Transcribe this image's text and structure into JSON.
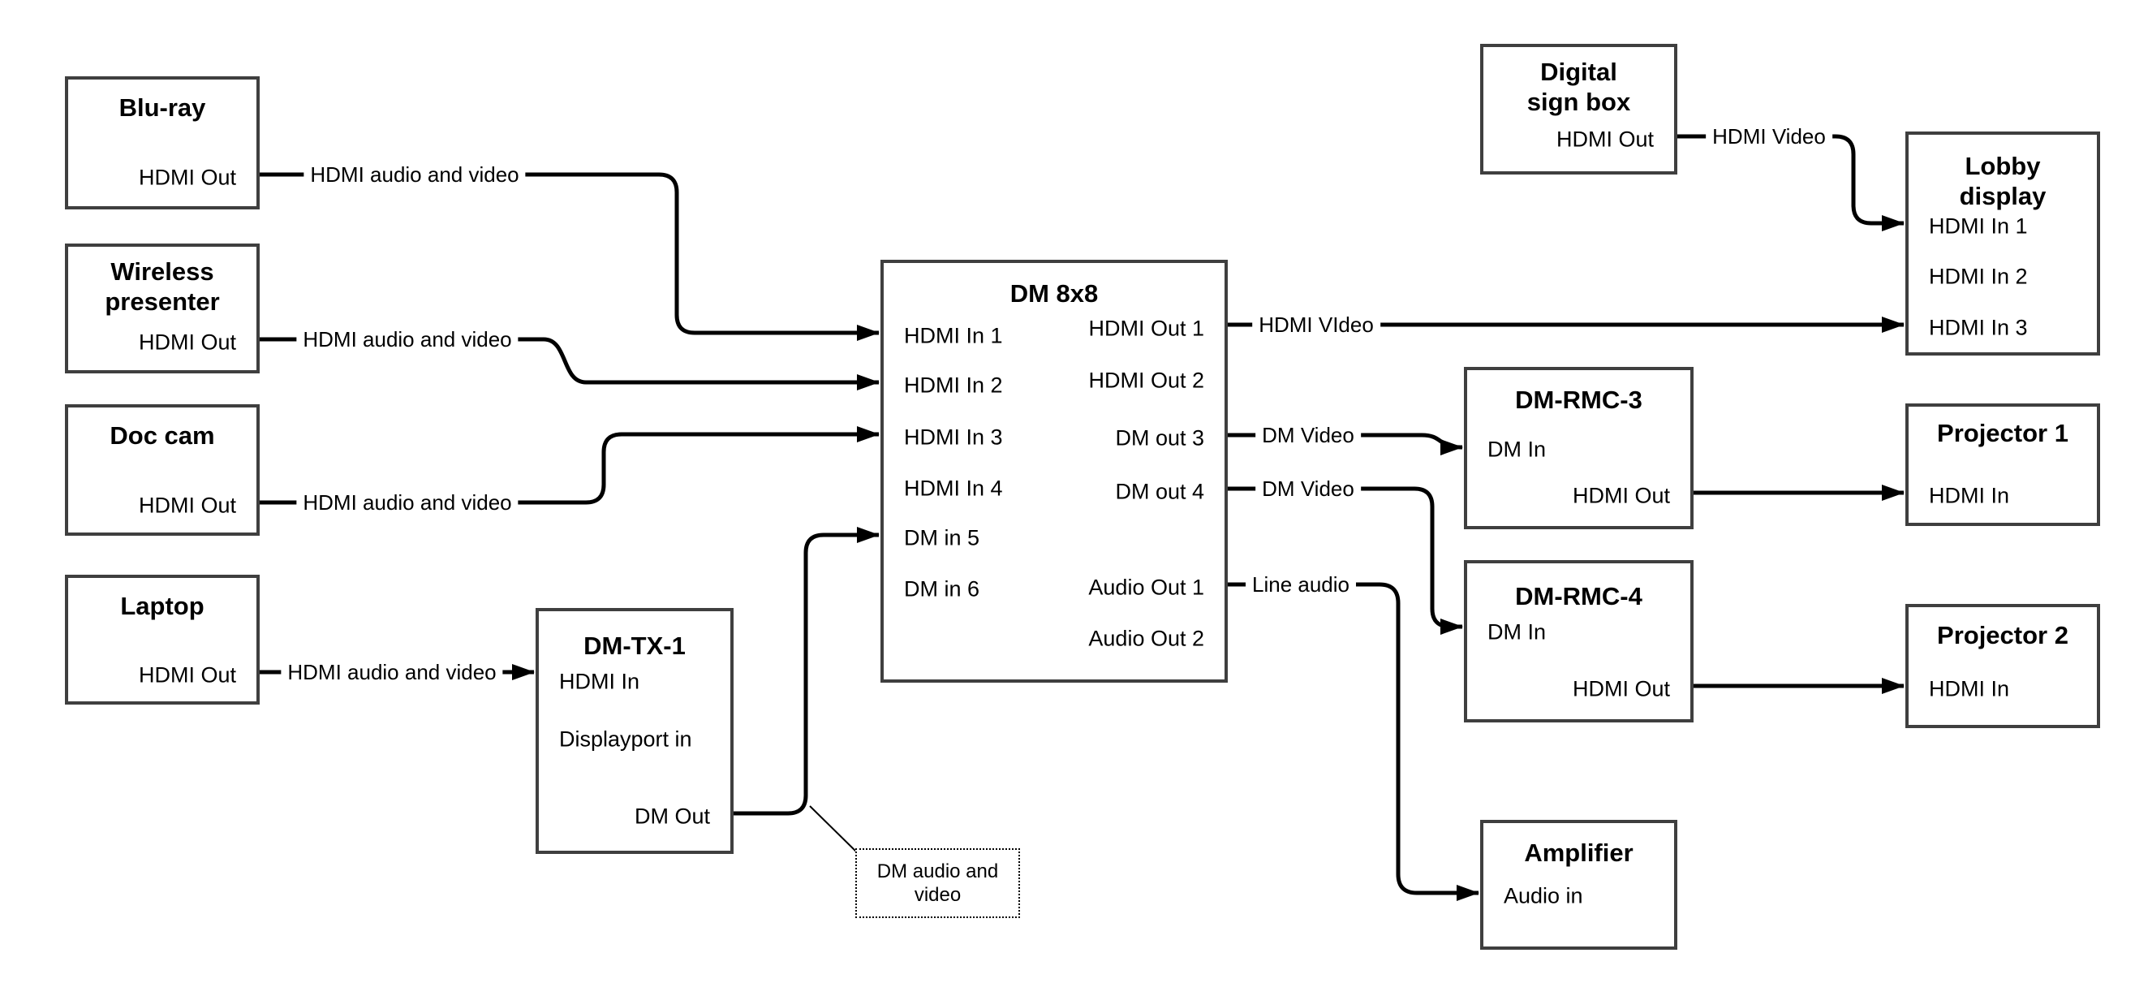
{
  "canvas": {
    "background": "#ffffff",
    "wire_color": "#000000",
    "box_border_color": "#3f3f3f"
  },
  "nodes": {
    "bluray": {
      "title": "Blu-ray",
      "hdmi_out": "HDMI Out"
    },
    "wireless": {
      "title": "Wireless presenter",
      "hdmi_out": "HDMI Out"
    },
    "doc_cam": {
      "title": "Doc cam",
      "hdmi_out": "HDMI Out"
    },
    "laptop": {
      "title": "Laptop",
      "hdmi_out": "HDMI Out"
    },
    "dm_tx_1": {
      "title": "DM-TX-1",
      "hdmi_in": "HDMI In",
      "displayport_in": "Displayport in",
      "dm_out": "DM Out"
    },
    "dm_8x8": {
      "title": "DM 8x8",
      "hdmi_in_1": "HDMI In 1",
      "hdmi_in_2": "HDMI In 2",
      "hdmi_in_3": "HDMI In 3",
      "hdmi_in_4": "HDMI In 4",
      "dm_in_5": "DM in 5",
      "dm_in_6": "DM in 6",
      "hdmi_out_1": "HDMI Out 1",
      "hdmi_out_2": "HDMI Out 2",
      "dm_out_3": "DM out 3",
      "dm_out_4": "DM out 4",
      "audio_out_1": "Audio Out 1",
      "audio_out_2": "Audio Out 2"
    },
    "digital_sign_box": {
      "title": "Digital sign box",
      "hdmi_out": "HDMI Out"
    },
    "lobby_display": {
      "title": "Lobby display",
      "hdmi_in_1": "HDMI In 1",
      "hdmi_in_2": "HDMI In 2",
      "hdmi_in_3": "HDMI In 3"
    },
    "dm_rmc_3": {
      "title": "DM-RMC-3",
      "dm_in": "DM In",
      "hdmi_out": "HDMI Out"
    },
    "projector_1": {
      "title": "Projector 1",
      "hdmi_in": "HDMI In"
    },
    "dm_rmc_4": {
      "title": "DM-RMC-4",
      "dm_in": "DM In",
      "hdmi_out": "HDMI Out"
    },
    "projector_2": {
      "title": "Projector 2",
      "hdmi_in": "HDMI In"
    },
    "amplifier": {
      "title": "Amplifier",
      "audio_in": "Audio in"
    }
  },
  "edge_labels": {
    "hdmi_audio_and_video": "HDMI audio and video",
    "hdmi_video_out1": "HDMI VIdeo",
    "dm_video": "DM Video",
    "line_audio": "Line audio",
    "hdmi_video_sign": "HDMI Video",
    "annotation": "DM audio and video"
  }
}
